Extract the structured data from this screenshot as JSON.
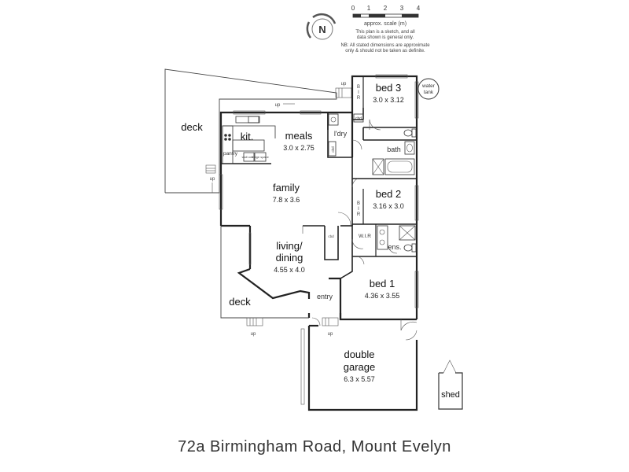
{
  "address": "72a Birmingham Road, Mount Evelyn",
  "compass": {
    "label": "N"
  },
  "scale": {
    "numbers": [
      "0",
      "1",
      "2",
      "3",
      "4"
    ],
    "caption": "approx. scale (m)",
    "sketch_note_line1": "This plan is a sketch, and all",
    "sketch_note_line2": "data shown is general only.",
    "nb_line1": "NB: All stated dimensions are approximate",
    "nb_line2": "only & should not be taken as definite."
  },
  "rooms": {
    "bed3": {
      "name": "bed 3",
      "dims": "3.0 x 3.12"
    },
    "meals": {
      "name": "meals",
      "dims": "3.0 x 2.75"
    },
    "kitchen": {
      "name": "kit."
    },
    "family": {
      "name": "family",
      "dims": "7.8 x 3.6"
    },
    "bed2": {
      "name": "bed 2",
      "dims": "3.16 x 3.0"
    },
    "living": {
      "name_line1": "living/",
      "name_line2": "dining",
      "dims": "4.55 x 4.0"
    },
    "bed1": {
      "name": "bed 1",
      "dims": "4.36 x 3.55"
    },
    "garage": {
      "name_line1": "double",
      "name_line2": "garage",
      "dims": "6.3 x 5.57"
    }
  },
  "small_labels": {
    "ldry": "l'dry",
    "bath": "bath",
    "ens": "ens.",
    "wir": "W.I.R",
    "entry": "entry",
    "pantry": "pantry",
    "wall_oven": "wall oven",
    "fridge_space": "fridge space",
    "cbd": "cbd",
    "b": "B",
    "i": "I",
    "r": "R",
    "water_tank_line1": "water",
    "water_tank_line2": "tank",
    "shed": "shed",
    "deck_upper": "deck",
    "deck_lower": "deck",
    "up": "up"
  }
}
